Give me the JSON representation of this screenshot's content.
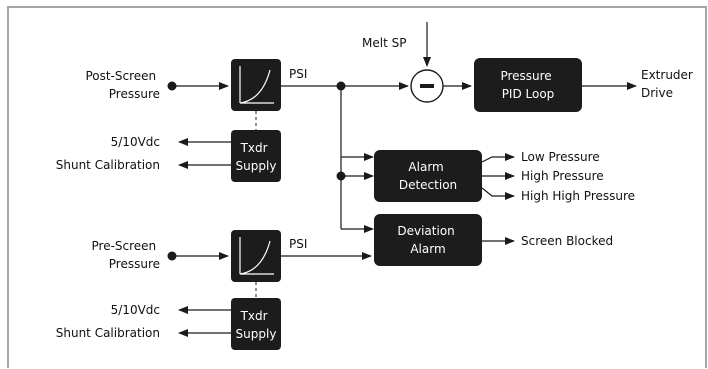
{
  "inputs": {
    "post_screen": [
      "Post-Screen",
      "Pressure"
    ],
    "pre_screen": [
      "Pre-Screen",
      "Pressure"
    ]
  },
  "signal_unit": "PSI",
  "setpoint": "Melt SP",
  "blocks": {
    "pid_loop": [
      "Pressure",
      "PID Loop"
    ],
    "alarm_detection": [
      "Alarm",
      "Detection"
    ],
    "deviation_alarm": [
      "Deviation",
      "Alarm"
    ],
    "txdr_supply": [
      "Txdr",
      "Supply"
    ]
  },
  "transducer_outputs": {
    "voltage": "5/10Vdc",
    "shunt": "Shunt Calibration"
  },
  "outputs": {
    "extruder_drive": [
      "Extruder",
      "Drive"
    ],
    "low_pressure": "Low Pressure",
    "high_pressure": "High Pressure",
    "high_high_pressure": "High High Pressure",
    "screen_blocked": "Screen Blocked"
  },
  "colors": {
    "block_fill": "#1c1c1c",
    "block_text": "#ffffff",
    "line": "#1a1a1a",
    "frame": "#a6a6a6"
  }
}
